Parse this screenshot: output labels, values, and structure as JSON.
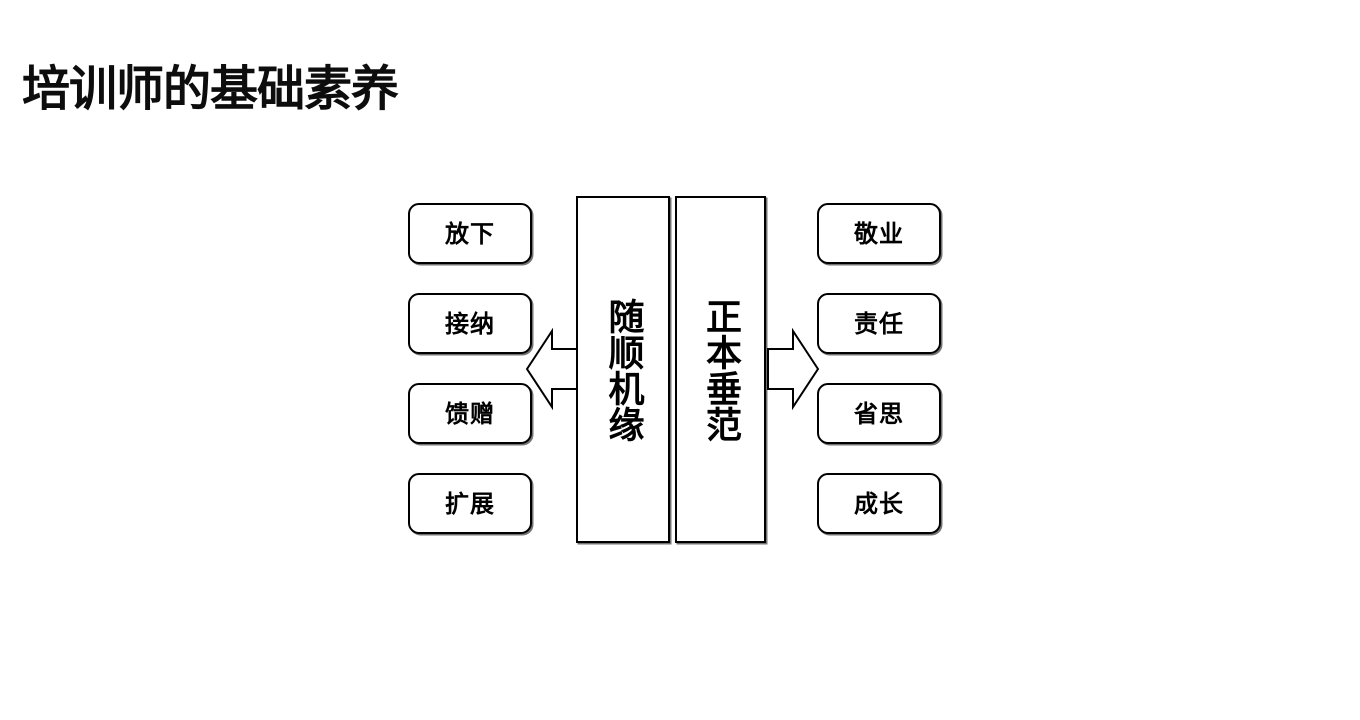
{
  "slide": {
    "title": "培训师的基础素养",
    "background_color": "#ffffff",
    "line_color": "#000000",
    "text_color": "#000000"
  },
  "diagram": {
    "type": "two-way-radiating-list",
    "center": {
      "left_pillar": {
        "label": "随顺机缘",
        "orientation": "vertical",
        "characters": [
          "随",
          "顺",
          "机",
          "缘"
        ]
      },
      "right_pillar": {
        "label": "正本垂范",
        "orientation": "vertical",
        "characters": [
          "正",
          "本",
          "垂",
          "范"
        ]
      }
    },
    "arrows": {
      "left": {
        "icon": "arrow-left-icon",
        "direction": "left",
        "points_to": "left-column"
      },
      "right": {
        "icon": "arrow-right-icon",
        "direction": "right",
        "points_to": "right-column"
      }
    },
    "left_column": {
      "items": [
        {
          "label": "放下"
        },
        {
          "label": "接纳"
        },
        {
          "label": "馈赠"
        },
        {
          "label": "扩展"
        }
      ]
    },
    "right_column": {
      "items": [
        {
          "label": "敬业"
        },
        {
          "label": "责任"
        },
        {
          "label": "省思"
        },
        {
          "label": "成长"
        }
      ]
    }
  }
}
